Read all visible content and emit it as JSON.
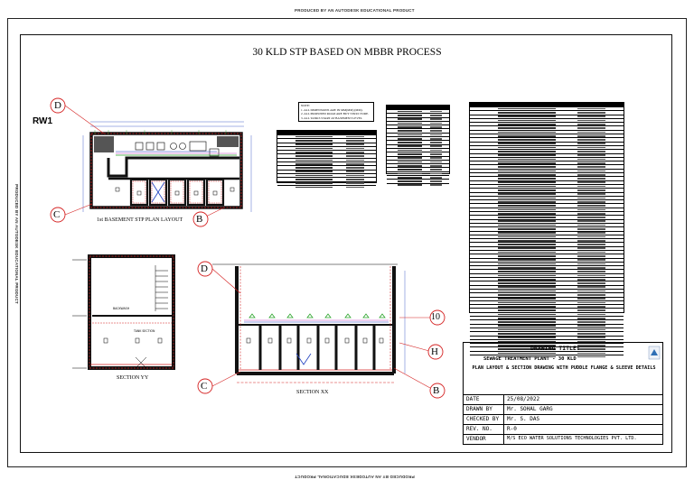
{
  "watermark": "PRODUCED BY AN AUTODESK EDUCATIONAL PRODUCT",
  "drawing": {
    "main_title": "30 KLD STP BASED ON MBBR PROCESS",
    "plan_caption": "1st BASEMENT STP PLAN LAYOUT",
    "section_yy_caption": "SECTION YY",
    "section_xx_caption": "SECTION XX",
    "plan_code": "RW1",
    "markers": {
      "d": "D",
      "c": "C",
      "b": "B",
      "h": "H",
      "ten": "10"
    }
  },
  "notes": {
    "heading": "NOTE:",
    "lines": [
      "1. ALL DIMENSIONS ARE IN MM(MM) (MM).",
      "2. ALL PROPOSED ROAD ARE BUY STRUCTURE.",
      "3. ALL TANKS START AT BASEMENT LEVEL"
    ]
  },
  "title_block": {
    "heading": "DRAWING TITLE:",
    "line1": "SEWAGE TREATMENT PLANT - 30 KLD",
    "line2": "PLAN LAYOUT & SECTION DRAWING WITH PUDDLE FLANGE & SLEEVE DETAILS",
    "rows": [
      {
        "key": "DATE",
        "value": "25/08/2022"
      },
      {
        "key": "DRAWN BY",
        "value": "Mr. SOHAL GARG"
      },
      {
        "key": "CHECKED BY",
        "value": "Mr. S. DAS"
      },
      {
        "key": "REV. NO.",
        "value": "R-0"
      },
      {
        "key": "VENDOR",
        "value": "M/S ECO WATER SOLUTIONS TECHNOLOGIES PVT. LTD."
      }
    ]
  },
  "colors": {
    "line": "#000000",
    "red": "#d42020",
    "green": "#29a329",
    "blue": "#2040c0",
    "magenta": "#c040c0",
    "concrete": "#1a1a1a"
  }
}
